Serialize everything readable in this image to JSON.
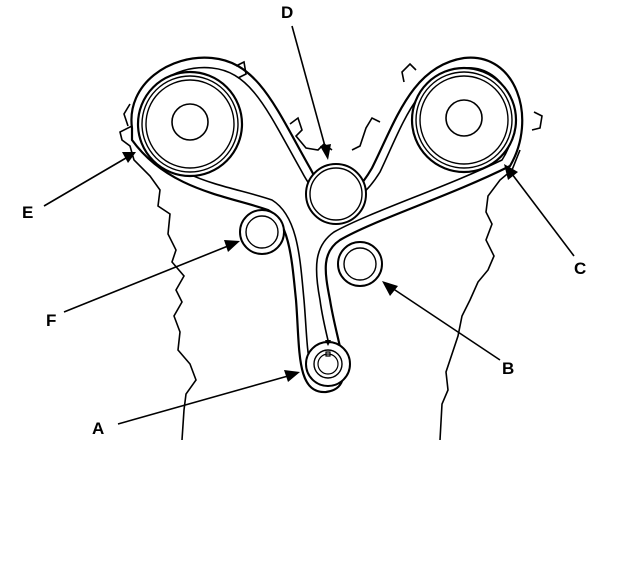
{
  "labels": {
    "A": "A",
    "B": "B",
    "C": "C",
    "D": "D",
    "E": "E",
    "F": "F"
  },
  "colors": {
    "ink": "#000000",
    "paper": "#ffffff"
  },
  "icons": {
    "timing_mark": "triangle-down-icon"
  }
}
